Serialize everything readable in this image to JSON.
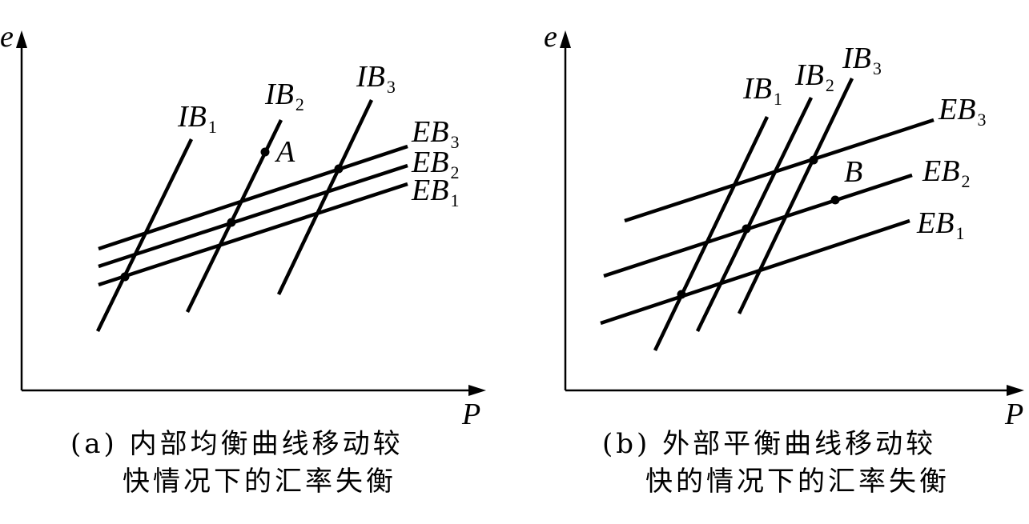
{
  "panel_a": {
    "y_axis_label": "e",
    "x_axis_label": "P",
    "curves": [
      {
        "main": "IB",
        "sub": "1"
      },
      {
        "main": "IB",
        "sub": "2"
      },
      {
        "main": "IB",
        "sub": "3"
      },
      {
        "main": "EB",
        "sub": "3"
      },
      {
        "main": "EB",
        "sub": "2"
      },
      {
        "main": "EB",
        "sub": "1"
      }
    ],
    "point_label": "A",
    "caption_line1": "(a) 内部均衡曲线移动较",
    "caption_line2": "快情况下的汇率失衡"
  },
  "panel_b": {
    "y_axis_label": "e",
    "x_axis_label": "P",
    "curves": [
      {
        "main": "IB",
        "sub": "1"
      },
      {
        "main": "IB",
        "sub": "2"
      },
      {
        "main": "IB",
        "sub": "3"
      },
      {
        "main": "EB",
        "sub": "3"
      },
      {
        "main": "EB",
        "sub": "2"
      },
      {
        "main": "EB",
        "sub": "1"
      }
    ],
    "point_label": "B",
    "caption_line1": "(b) 外部平衡曲线移动较",
    "caption_line2": "快的情况下的汇率失衡"
  }
}
